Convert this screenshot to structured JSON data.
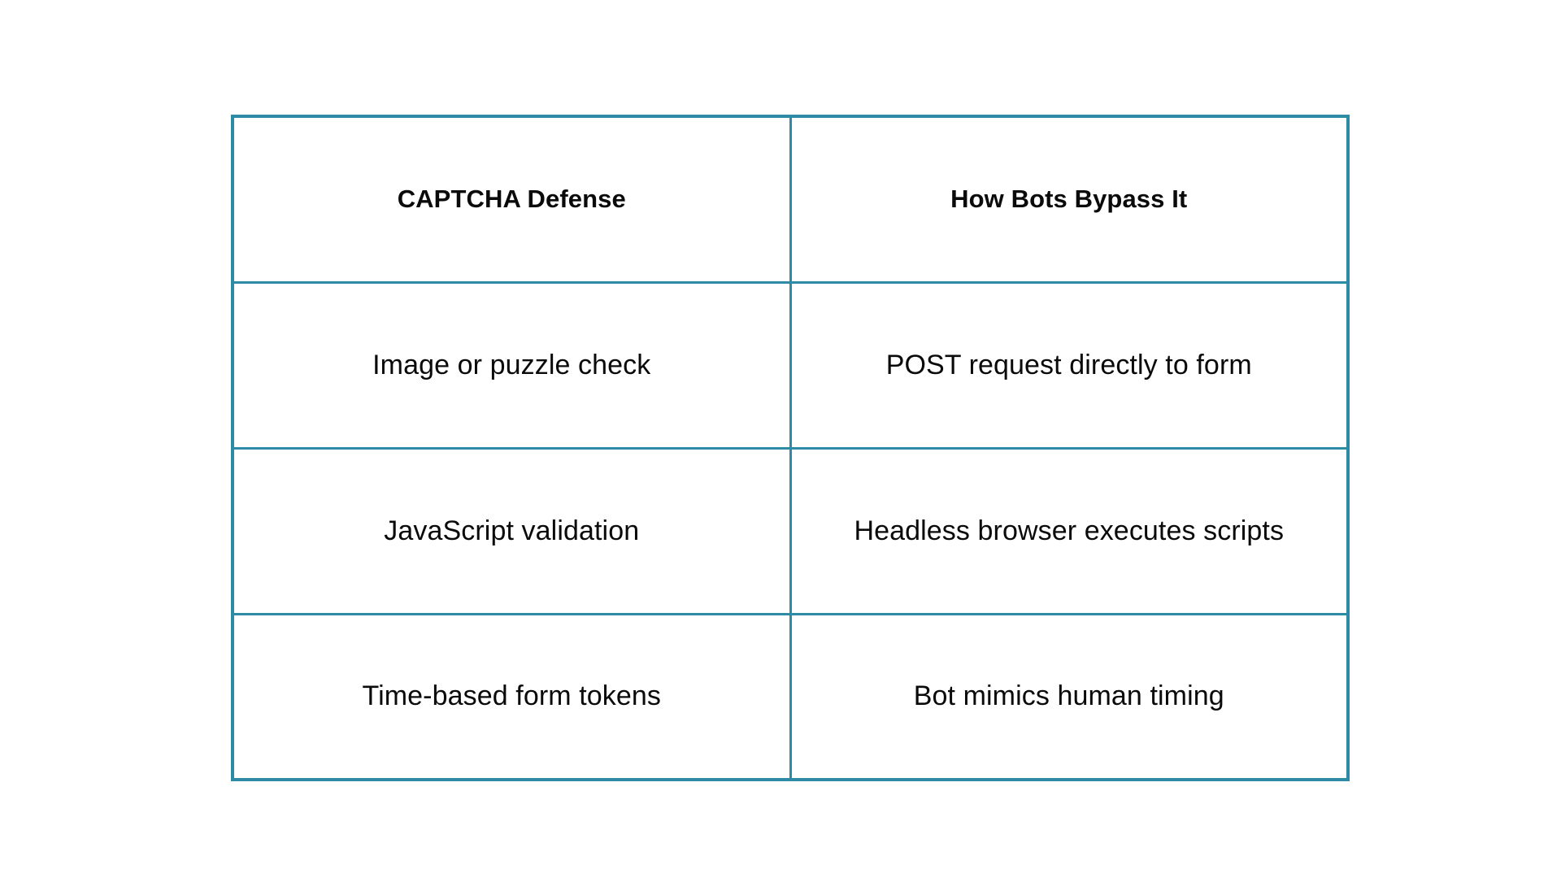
{
  "page": {
    "background_color": "#ffffff",
    "text_color": "#0a0a0a",
    "border_color": "#2e8ba6"
  },
  "table": {
    "name": "captcha-defense-comparison",
    "columns": [
      {
        "key": "defense",
        "header": "CAPTCHA Defense"
      },
      {
        "key": "bypass",
        "header": "How Bots Bypass It"
      }
    ],
    "rows": [
      {
        "defense": "Image or puzzle check",
        "bypass": "POST request directly to form"
      },
      {
        "defense": "JavaScript validation",
        "bypass": "Headless browser executes scripts"
      },
      {
        "defense": "Time-based form tokens",
        "bypass": "Bot mimics human timing"
      }
    ]
  }
}
